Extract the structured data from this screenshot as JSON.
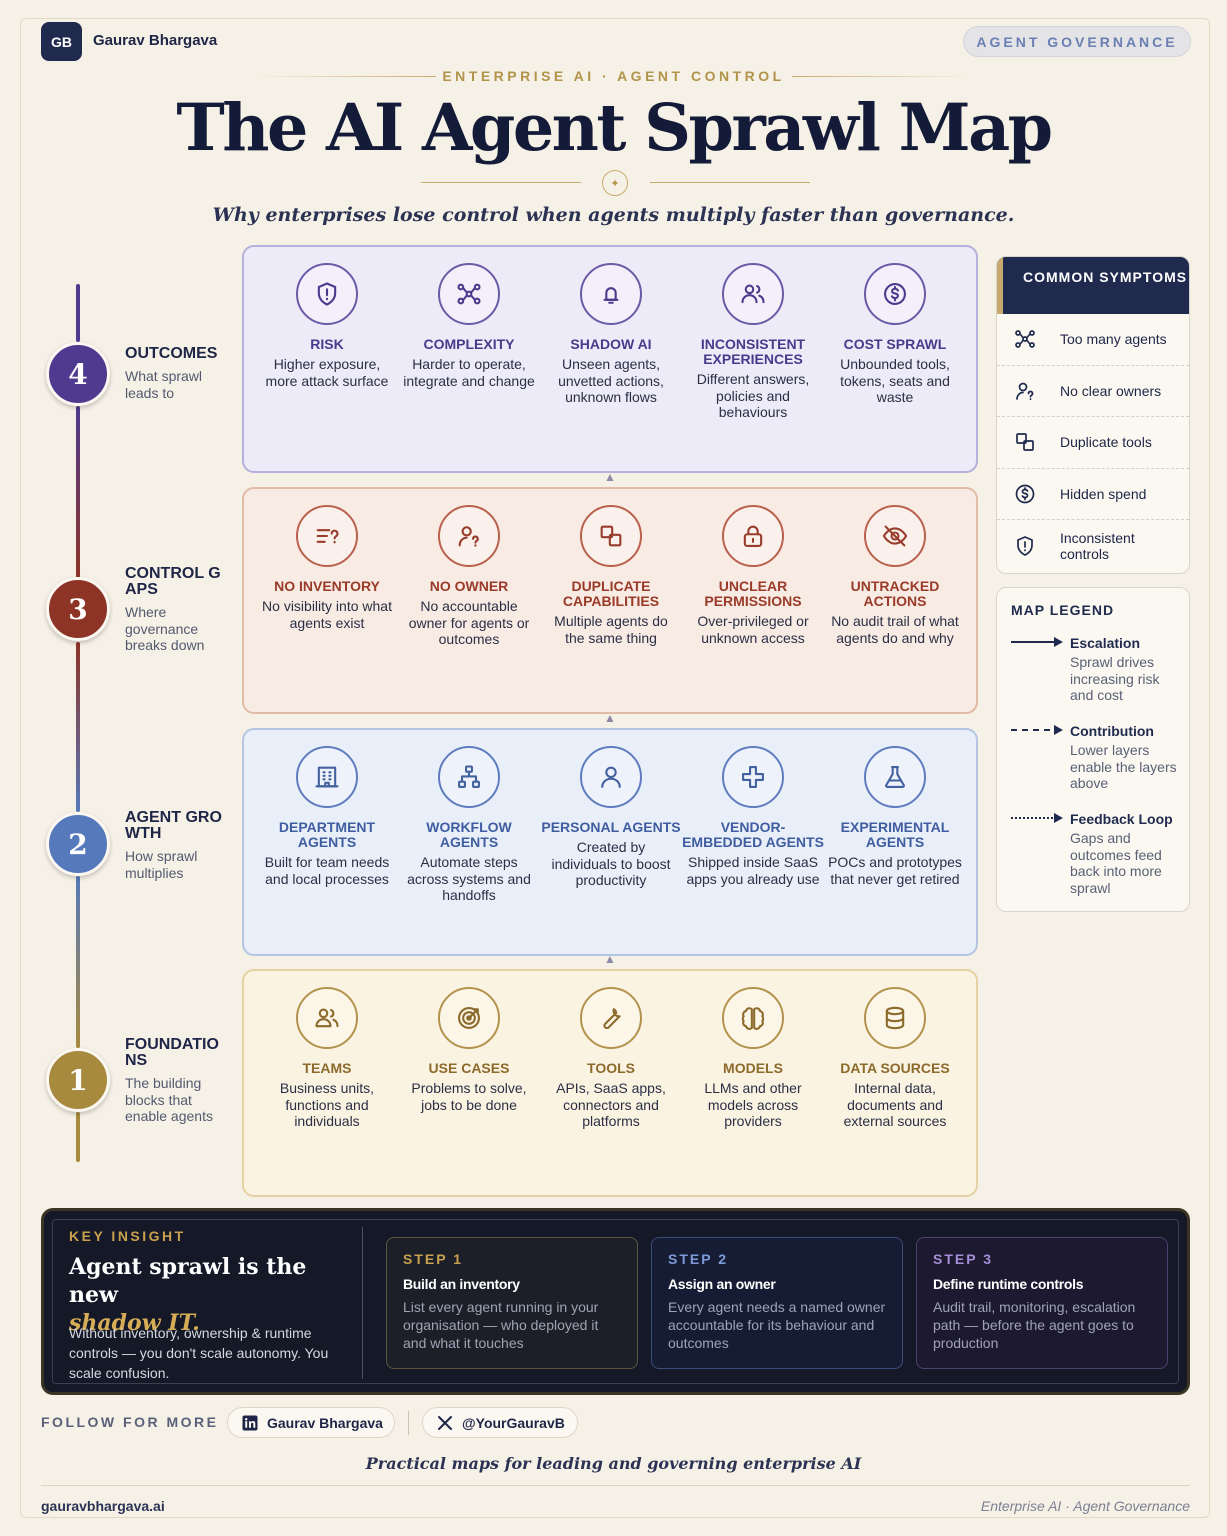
{
  "header": {
    "badge": "GB",
    "author": "Gaurav Bhargava",
    "tag": "AGENT GOVERNANCE",
    "eyebrow": "ENTERPRISE AI · AGENT CONTROL",
    "title": "The AI Agent Sprawl Map",
    "subtitle": "Why enterprises lose control when agents multiply faster than governance."
  },
  "levels": [
    {
      "num": "4",
      "title": "OUTCOMES",
      "sub": "What sprawl leads to"
    },
    {
      "num": "3",
      "title": "CONTROL GAPS",
      "sub": "Where governance breaks down"
    },
    {
      "num": "2",
      "title": "AGENT GROWTH",
      "sub": "How sprawl multiplies"
    },
    {
      "num": "1",
      "title": "FOUNDATIONS",
      "sub": "The building blocks that enable agents"
    }
  ],
  "layers": {
    "outcomes": [
      {
        "icon": "shield-icon",
        "title": "RISK",
        "desc": "Higher exposure, more attack surface"
      },
      {
        "icon": "network-icon",
        "title": "COMPLEXITY",
        "desc": "Harder to operate, integrate and change"
      },
      {
        "icon": "ghost-icon",
        "title": "SHADOW AI",
        "desc": "Unseen agents, unvetted actions, unknown flows"
      },
      {
        "icon": "users-icon",
        "title": "INCONSISTENT EXPERIENCES",
        "desc": "Different answers, policies and behaviours"
      },
      {
        "icon": "dollar-icon",
        "title": "COST SPRAWL",
        "desc": "Unbounded tools, tokens, seats and waste"
      }
    ],
    "gaps": [
      {
        "icon": "list-question-icon",
        "title": "NO INVENTORY",
        "desc": "No visibility into what agents exist"
      },
      {
        "icon": "user-question-icon",
        "title": "NO OWNER",
        "desc": "No accountable owner for agents or outcomes"
      },
      {
        "icon": "duplicate-icon",
        "title": "DUPLICATE CAPABILITIES",
        "desc": "Multiple agents do the same thing"
      },
      {
        "icon": "lock-icon",
        "title": "UNCLEAR PERMISSIONS",
        "desc": "Over-privileged or unknown access"
      },
      {
        "icon": "eye-off-icon",
        "title": "UNTRACKED ACTIONS",
        "desc": "No audit trail of what agents do and why"
      }
    ],
    "growth": [
      {
        "icon": "building-icon",
        "title": "DEPARTMENT AGENTS",
        "desc": "Built for team needs and local processes"
      },
      {
        "icon": "workflow-icon",
        "title": "WORKFLOW AGENTS",
        "desc": "Automate steps across systems and handoffs"
      },
      {
        "icon": "person-icon",
        "title": "PERSONAL AGENTS",
        "desc": "Created by individuals to boost productivity"
      },
      {
        "icon": "puzzle-icon",
        "title": "VENDOR-EMBEDDED AGENTS",
        "desc": "Shipped inside SaaS apps you already use"
      },
      {
        "icon": "flask-icon",
        "title": "EXPERIMENTAL AGENTS",
        "desc": "POCs and prototypes that never get retired"
      }
    ],
    "foundations": [
      {
        "icon": "team-icon",
        "title": "TEAMS",
        "desc": "Business units, functions and individuals"
      },
      {
        "icon": "target-icon",
        "title": "USE CASES",
        "desc": "Problems to solve, jobs to be done"
      },
      {
        "icon": "tool-icon",
        "title": "TOOLS",
        "desc": "APIs, SaaS apps, connectors and platforms"
      },
      {
        "icon": "brain-icon",
        "title": "MODELS",
        "desc": "LLMs and other models across providers"
      },
      {
        "icon": "database-icon",
        "title": "DATA SOURCES",
        "desc": "Internal data, documents and external sources"
      }
    ]
  },
  "symptoms": {
    "title": "COMMON SYMPTOMS",
    "items": [
      {
        "icon": "network-icon",
        "label": "Too many agents"
      },
      {
        "icon": "user-question-icon",
        "label": "No clear owners"
      },
      {
        "icon": "duplicate-icon",
        "label": "Duplicate tools"
      },
      {
        "icon": "dollar-icon",
        "label": "Hidden spend"
      },
      {
        "icon": "shield-icon",
        "label": "Inconsistent controls"
      }
    ]
  },
  "legend": {
    "title": "MAP LEGEND",
    "items": [
      {
        "style": "solid",
        "title": "Escalation",
        "desc": "Sprawl drives increasing risk and cost"
      },
      {
        "style": "dashed",
        "title": "Contribution",
        "desc": "Lower layers enable the layers above"
      },
      {
        "style": "dotted",
        "title": "Feedback Loop",
        "desc": "Gaps and outcomes feed back into more sprawl"
      }
    ]
  },
  "insight": {
    "label": "KEY INSIGHT",
    "title_main": "Agent sprawl is the new",
    "title_em": "shadow IT.",
    "body": "Without inventory, ownership & runtime controls — you don't scale autonomy. You scale confusion.",
    "steps": [
      {
        "label": "STEP 1",
        "title": "Build an inventory",
        "desc": "List every agent running in your organisation — who deployed it and what it touches"
      },
      {
        "label": "STEP 2",
        "title": "Assign an owner",
        "desc": "Every agent needs a named owner accountable for its behaviour and outcomes"
      },
      {
        "label": "STEP 3",
        "title": "Define runtime controls",
        "desc": "Audit trail, monitoring, escalation path — before the agent goes to production"
      }
    ]
  },
  "footer": {
    "follow": "FOLLOW FOR MORE",
    "linkedin": "Gaurav Bhargava",
    "x_handle": "@YourGauravB",
    "tagline": "Practical maps for leading and governing enterprise AI",
    "site": "gauravbhargava.ai",
    "right": "Enterprise AI · Agent Governance"
  },
  "colors": {
    "navy": "#1f2a4e",
    "gold": "#b2934a",
    "level4": "#4e3a8e",
    "level3": "#8d3426",
    "level2": "#5679bb",
    "level1": "#a88a3e"
  }
}
